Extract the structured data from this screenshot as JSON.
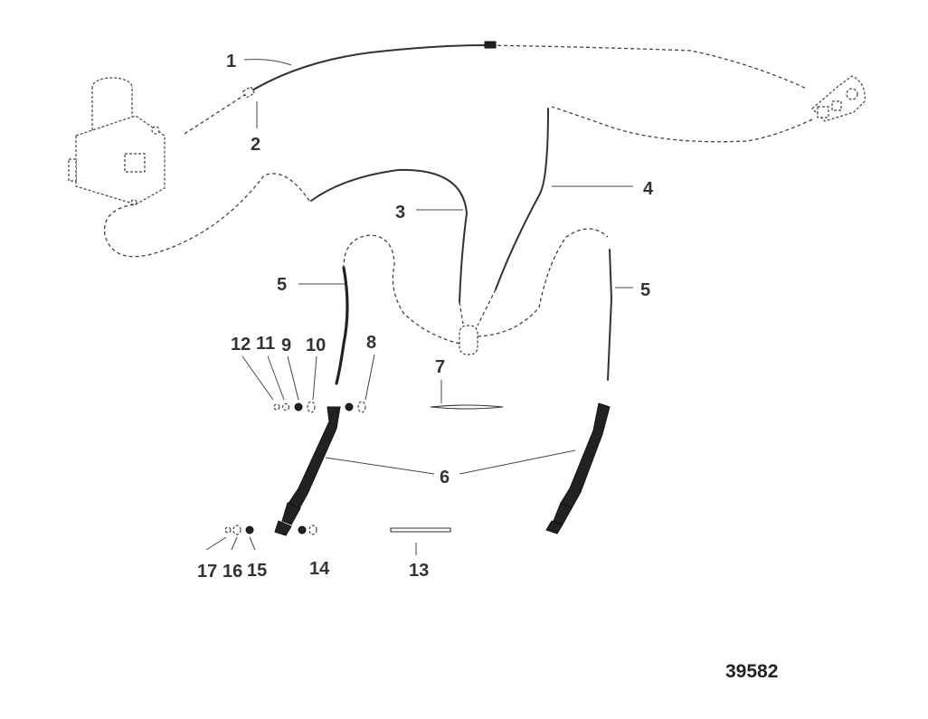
{
  "diagram": {
    "callouts": [
      {
        "id": "1",
        "label": "1"
      },
      {
        "id": "2",
        "label": "2"
      },
      {
        "id": "3",
        "label": "3"
      },
      {
        "id": "4",
        "label": "4"
      },
      {
        "id": "5a",
        "label": "5"
      },
      {
        "id": "5b",
        "label": "5"
      },
      {
        "id": "6",
        "label": "6"
      },
      {
        "id": "7",
        "label": "7"
      },
      {
        "id": "8",
        "label": "8"
      },
      {
        "id": "9",
        "label": "9"
      },
      {
        "id": "10",
        "label": "10"
      },
      {
        "id": "11",
        "label": "11"
      },
      {
        "id": "12",
        "label": "12"
      },
      {
        "id": "13",
        "label": "13"
      },
      {
        "id": "14",
        "label": "14"
      },
      {
        "id": "15",
        "label": "15"
      },
      {
        "id": "16",
        "label": "16"
      },
      {
        "id": "17",
        "label": "17"
      }
    ],
    "figure_number": "39582"
  }
}
